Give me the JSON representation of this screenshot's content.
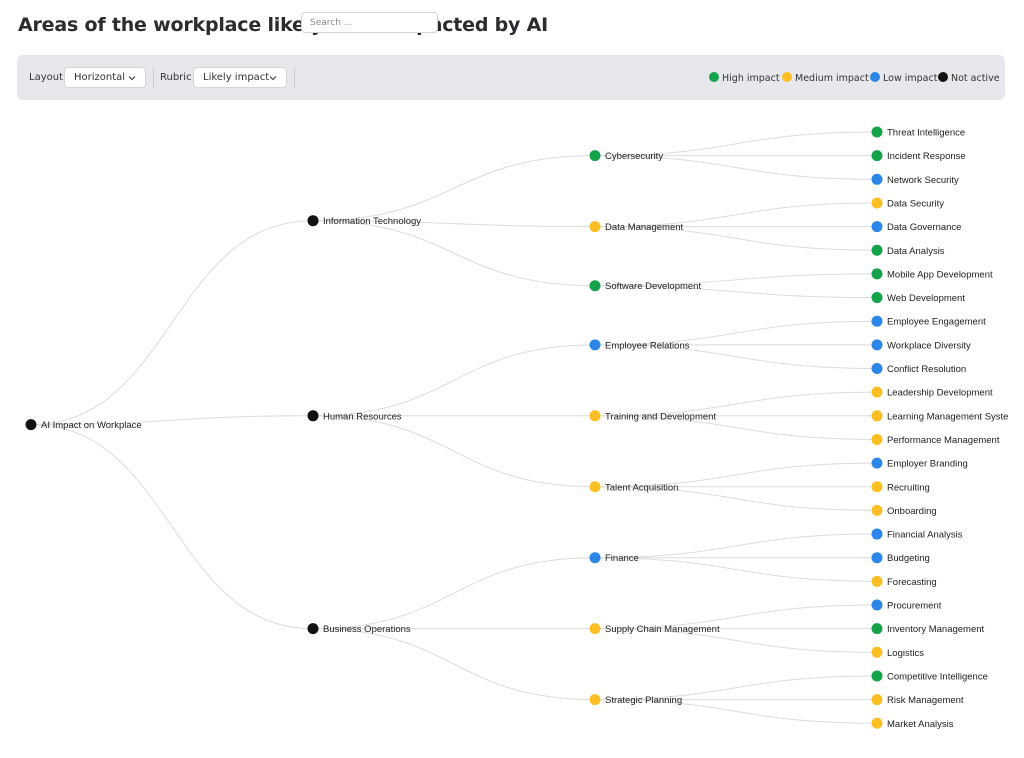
{
  "title": "Areas of the workplace likely to be impacted by AI",
  "toolbar": {
    "layout_label": "Layout",
    "layout_value": "Horizontal",
    "rubric_label": "Rubric",
    "rubric_value": "Likely impact",
    "search_placeholder": "Search ..."
  },
  "legend": [
    {
      "label": "High impact",
      "color": "#15a349"
    },
    {
      "label": "Medium impact",
      "color": "#fbbf24"
    },
    {
      "label": "Low impact",
      "color": "#2c86e8"
    },
    {
      "label": "Not active",
      "color": "#111111"
    }
  ],
  "tree": {
    "name": "AI Impact on Workplace",
    "status": "Not active",
    "children": [
      {
        "name": "Information Technology",
        "status": "Not active",
        "children": [
          {
            "name": "Cybersecurity",
            "status": "High impact",
            "children": [
              {
                "name": "Threat Intelligence",
                "status": "High impact"
              },
              {
                "name": "Incident Response",
                "status": "High impact"
              },
              {
                "name": "Network Security",
                "status": "Low impact"
              }
            ]
          },
          {
            "name": "Data Management",
            "status": "Medium impact",
            "children": [
              {
                "name": "Data Security",
                "status": "Medium impact"
              },
              {
                "name": "Data Governance",
                "status": "Low impact"
              },
              {
                "name": "Data Analysis",
                "status": "High impact"
              }
            ]
          },
          {
            "name": "Software Development",
            "status": "High impact",
            "children": [
              {
                "name": "Mobile App Development",
                "status": "High impact"
              },
              {
                "name": "Web Development",
                "status": "High impact"
              }
            ]
          }
        ]
      },
      {
        "name": "Human Resources",
        "status": "Not active",
        "children": [
          {
            "name": "Employee Relations",
            "status": "Low impact",
            "children": [
              {
                "name": "Employee Engagement",
                "status": "Low impact"
              },
              {
                "name": "Workplace Diversity",
                "status": "Low impact"
              },
              {
                "name": "Conflict Resolution",
                "status": "Low impact"
              }
            ]
          },
          {
            "name": "Training and Development",
            "status": "Medium impact",
            "children": [
              {
                "name": "Leadership Development",
                "status": "Medium impact"
              },
              {
                "name": "Learning Management Syste",
                "status": "Medium impact"
              },
              {
                "name": "Performance Management",
                "status": "Medium impact"
              }
            ]
          },
          {
            "name": "Talent Acquisition",
            "status": "Medium impact",
            "children": [
              {
                "name": "Employer Branding",
                "status": "Low impact"
              },
              {
                "name": "Recruiting",
                "status": "Medium impact"
              },
              {
                "name": "Onboarding",
                "status": "Medium impact"
              }
            ]
          }
        ]
      },
      {
        "name": "Business Operations",
        "status": "Not active",
        "children": [
          {
            "name": "Finance",
            "status": "Low impact",
            "children": [
              {
                "name": "Financial Analysis",
                "status": "Low impact"
              },
              {
                "name": "Budgeting",
                "status": "Low impact"
              },
              {
                "name": "Forecasting",
                "status": "Medium impact"
              }
            ]
          },
          {
            "name": "Supply Chain Management",
            "status": "Medium impact",
            "children": [
              {
                "name": "Procurement",
                "status": "Low impact"
              },
              {
                "name": "Inventory Management",
                "status": "High impact"
              },
              {
                "name": "Logistics",
                "status": "Medium impact"
              }
            ]
          },
          {
            "name": "Strategic Planning",
            "status": "Medium impact",
            "children": [
              {
                "name": "Competitive Intelligence",
                "status": "High impact"
              },
              {
                "name": "Risk Management",
                "status": "Medium impact"
              },
              {
                "name": "Market Analysis",
                "status": "Medium impact"
              }
            ]
          }
        ]
      }
    ]
  }
}
